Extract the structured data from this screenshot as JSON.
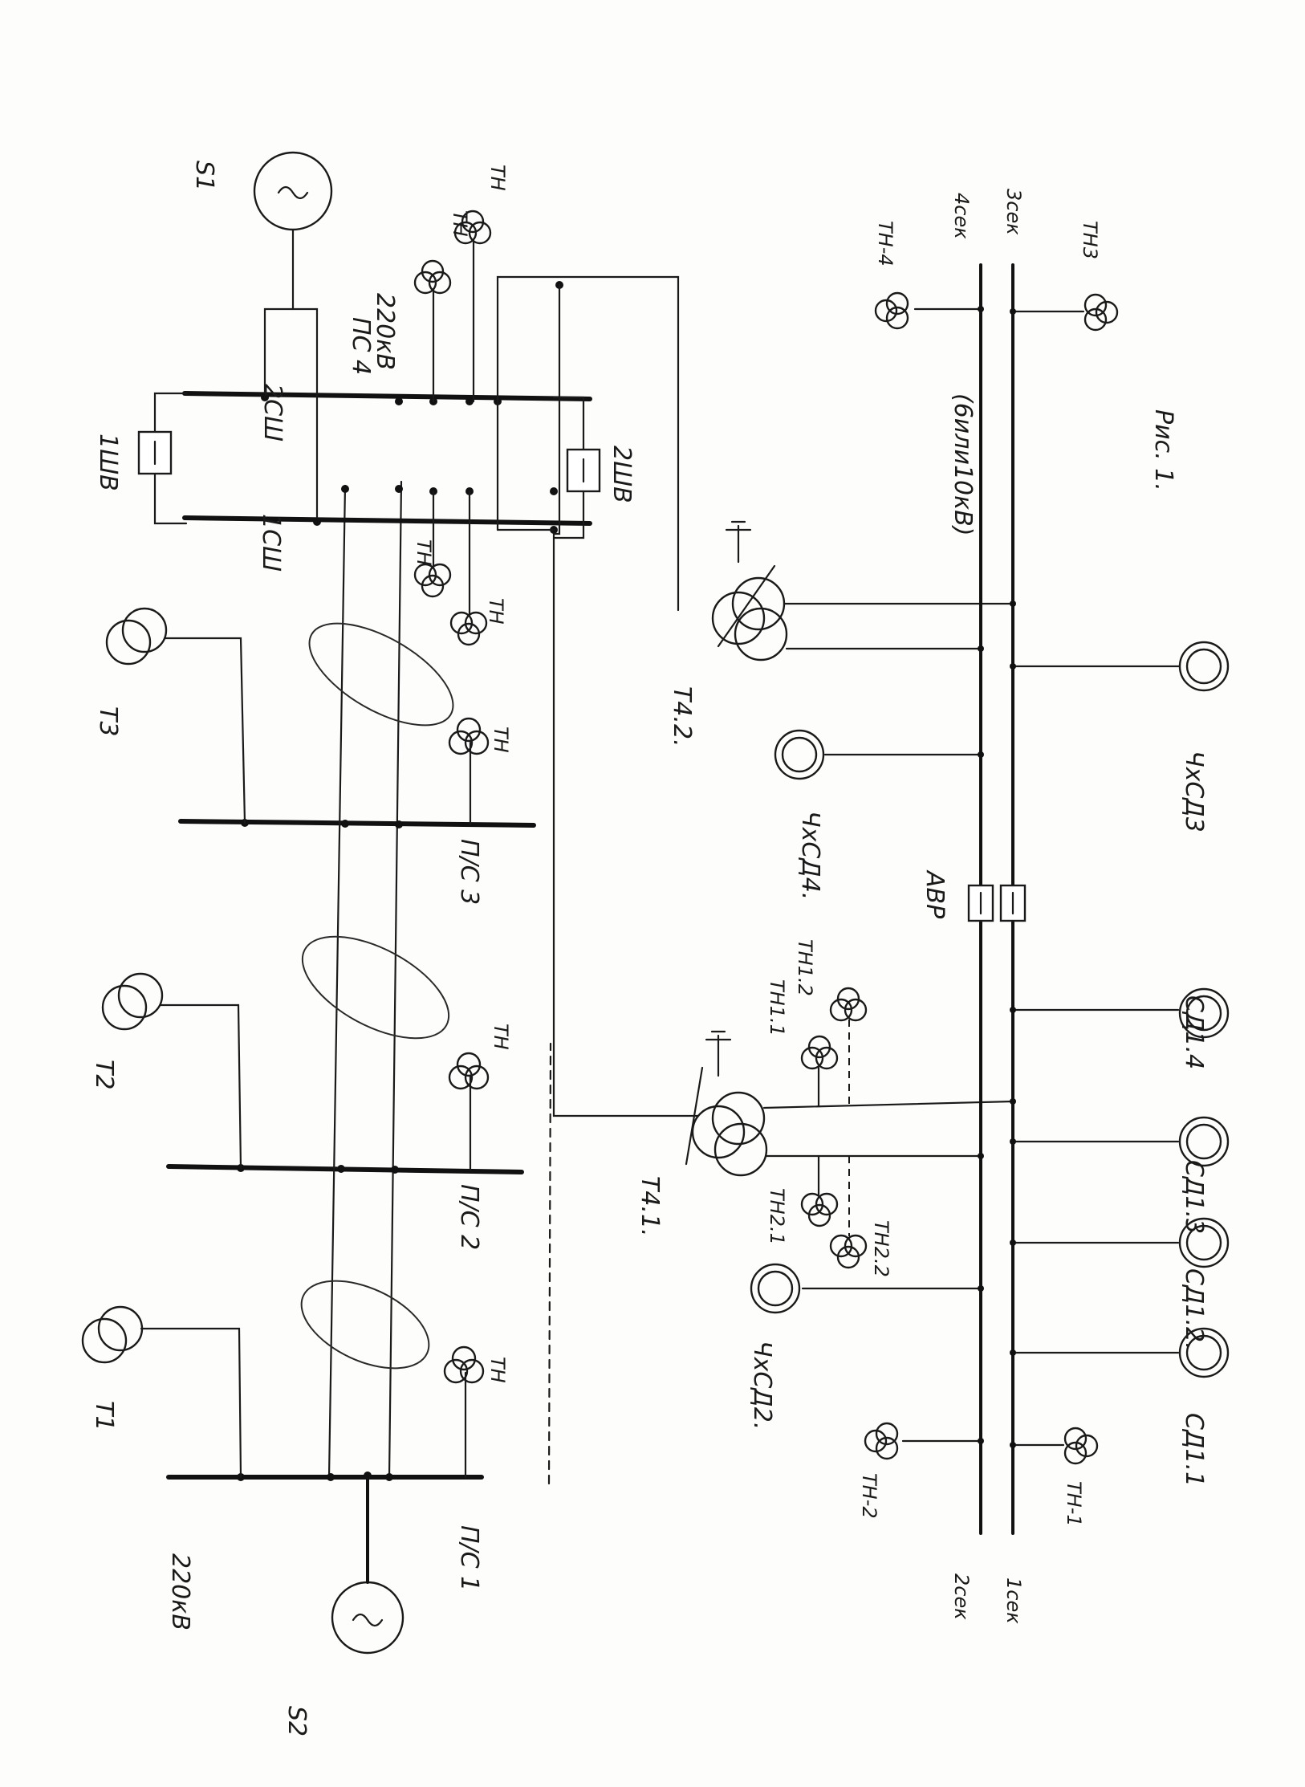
{
  "labels": {
    "s1": "S1",
    "s2": "S2",
    "kv220": "220кВ",
    "ps1": "П/С 1",
    "ps2": "П/С 2",
    "ps3": "П/С 3",
    "ps4": "ПС 4",
    "ps4_kv": "220кВ",
    "t1": "Т1",
    "t2": "Т2",
    "t3": "Т3",
    "th": "ТН",
    "t4_1": "Т4.1.",
    "t4_2": "Т4.2.",
    "sh1": "1СШ",
    "sh2": "2СШ",
    "shv1": "1ШВ",
    "shv2": "2ШВ",
    "kv10": "(6или10кВ)",
    "sec1": "1сек",
    "sec2": "2сек",
    "sec3": "3сек",
    "sec4": "4сек",
    "th1": "ТН-1",
    "th2": "ТН-2",
    "th3": "ТН3",
    "th4": "ТН-4",
    "th11": "ТН1.1",
    "th12": "ТН1.2",
    "th21": "ТН2.1",
    "th22": "ТН2.2",
    "sd11": "СД1.1",
    "sd12": "СД1.2.",
    "sd13": "СД1.3",
    "sd14": "СД1.4",
    "ixsd2": "ЧхСД2.",
    "ixsd3": "ЧхСД3",
    "ixsd4": "ЧхСД4.",
    "avr": "АВР",
    "fig": "Рис. 1."
  }
}
